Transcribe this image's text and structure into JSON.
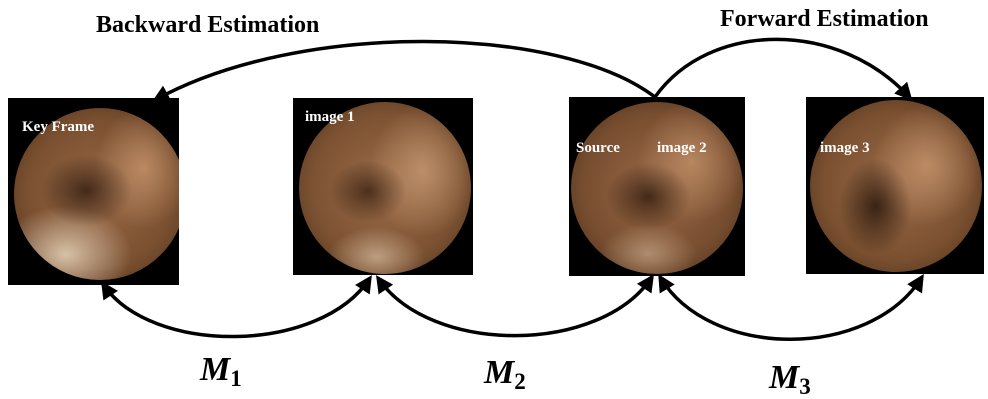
{
  "titles": {
    "backward": "Backward Estimation",
    "forward": "Forward Estimation"
  },
  "frames": [
    {
      "label": "Key Frame"
    },
    {
      "label": "image 1"
    },
    {
      "label": "image 2",
      "tag": "Source"
    },
    {
      "label": "image 3"
    }
  ],
  "transforms": [
    {
      "symbol": "M",
      "subscript": "1"
    },
    {
      "symbol": "M",
      "subscript": "2"
    },
    {
      "symbol": "M",
      "subscript": "3"
    }
  ]
}
